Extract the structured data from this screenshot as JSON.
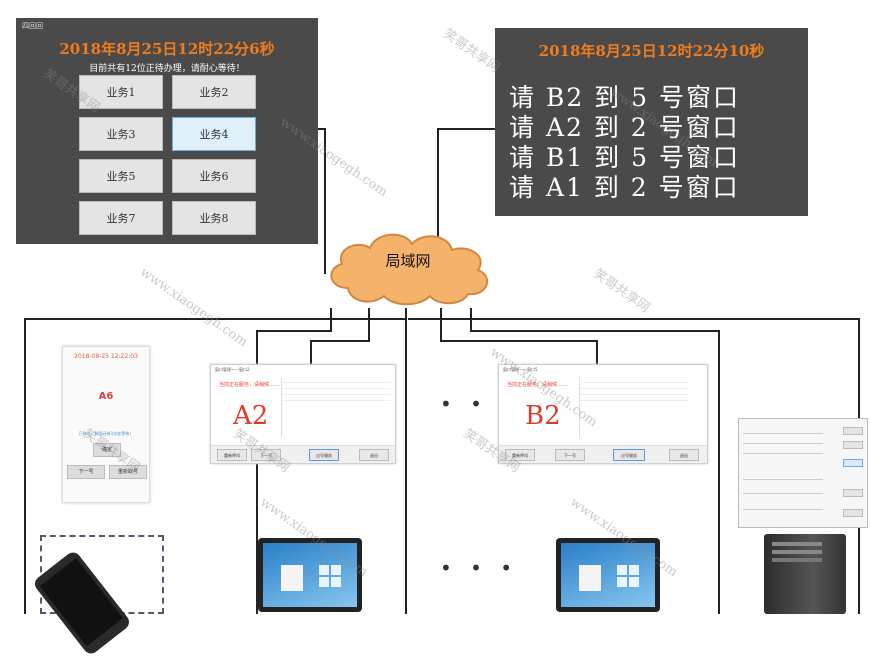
{
  "kiosk": {
    "window_title": "四回回",
    "clock": "2018年8月25日12时22分6秒",
    "notice": "目前共有12位正待办理，请耐心等待！",
    "buttons": [
      "业务1",
      "业务2",
      "业务3",
      "业务4",
      "业务5",
      "业务6",
      "业务7",
      "业务8"
    ],
    "selected": "业务4"
  },
  "display": {
    "clock": "2018年8月25日12时22分10秒",
    "calls": [
      "请 B2 到 5 号窗口",
      "请 A2 到 2 号窗口",
      "请 B1 到 5 号窗口",
      "请 A1 到 2 号窗口"
    ]
  },
  "network": {
    "label": "局域网"
  },
  "phone": {
    "date": "2018-08-25 12:22:03",
    "number": "A6",
    "info": "已取号，前面还有1位在等待！",
    "btn_ok": "确定",
    "btn_a": "下一号",
    "btn_b": "重新取号"
  },
  "counter_a": {
    "title": "窗口管理——窗口2",
    "message": "当前正在服务，请稍候……",
    "number": "A2",
    "buttons": [
      "重新呼叫",
      "下一号",
      "过号服务",
      "退出"
    ]
  },
  "counter_b": {
    "title": "窗口管理——窗口5",
    "message": "当前正在服务，请稍候……",
    "number": "B2",
    "buttons": [
      "重新呼叫",
      "下一号",
      "过号服务",
      "退出"
    ]
  },
  "ellipsis": "• • •",
  "watermark": {
    "text_cn": "笑哥共享网",
    "text_url": "www.xiaogegh.com"
  },
  "colors": {
    "panel": "#4a4a4a",
    "clock": "#f07c1e",
    "call_number": "#e03b2a",
    "cloud": "#f5b26b"
  }
}
